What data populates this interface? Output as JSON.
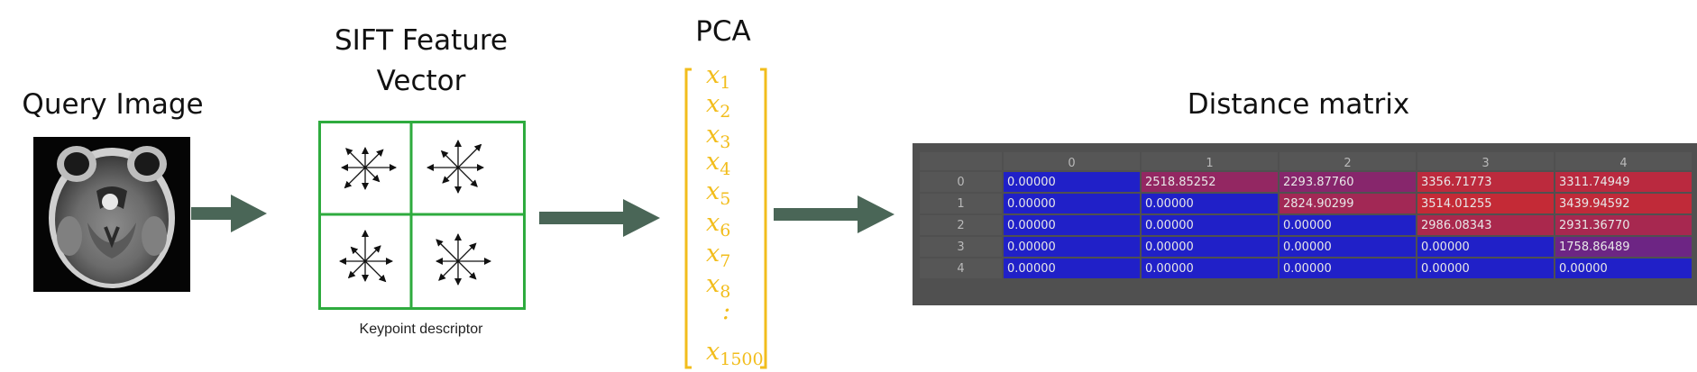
{
  "headings": {
    "query": "Query Image",
    "sift_line1": "SIFT Feature",
    "sift_line2": "Vector",
    "pca": "PCA",
    "distance": "Distance matrix"
  },
  "sift_caption": "Keypoint descriptor",
  "pca_vector": [
    {
      "base": "x",
      "sub": "1"
    },
    {
      "base": "x",
      "sub": "2"
    },
    {
      "base": "x",
      "sub": "3"
    },
    {
      "base": "x",
      "sub": "4"
    },
    {
      "base": "x",
      "sub": "5"
    },
    {
      "base": "x",
      "sub": "6"
    },
    {
      "base": "x",
      "sub": "7"
    },
    {
      "base": "x",
      "sub": "8"
    },
    {
      "base": ":",
      "sub": ""
    },
    {
      "base": "x",
      "sub": "1500"
    }
  ],
  "distance_matrix": {
    "columns": [
      "0",
      "1",
      "2",
      "3",
      "4"
    ],
    "rows": [
      {
        "label": "0",
        "cells": [
          "0.00000",
          "2518.85252",
          "2293.87760",
          "3356.71773",
          "3311.74949"
        ]
      },
      {
        "label": "1",
        "cells": [
          "0.00000",
          "0.00000",
          "2824.90299",
          "3514.01255",
          "3439.94592"
        ]
      },
      {
        "label": "2",
        "cells": [
          "0.00000",
          "0.00000",
          "0.00000",
          "2986.08343",
          "2931.36770"
        ]
      },
      {
        "label": "3",
        "cells": [
          "0.00000",
          "0.00000",
          "0.00000",
          "0.00000",
          "1758.86489"
        ]
      },
      {
        "label": "4",
        "cells": [
          "0.00000",
          "0.00000",
          "0.00000",
          "0.00000",
          "0.00000"
        ]
      }
    ]
  },
  "colors": {
    "arrow": "#4a6657",
    "sift_grid": "#2eab3e",
    "pca_bracket": "#f2bd1c",
    "matrix_low": "#2020c8",
    "matrix_high": "#c42a36"
  }
}
